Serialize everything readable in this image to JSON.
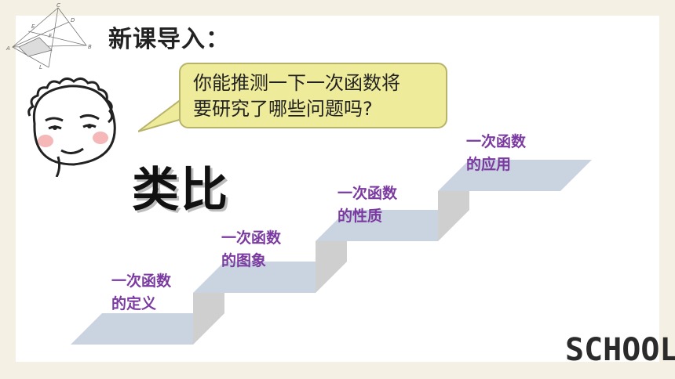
{
  "title": "新课导入：",
  "bubble": {
    "line1": "你能推测一下一次函数将",
    "line2": "要研究了哪些问题吗?"
  },
  "analogy_label": "类比",
  "steps": [
    {
      "line1": "一次函数",
      "line2": "的定义"
    },
    {
      "line1": "一次函数",
      "line2": "的图象"
    },
    {
      "line1": "一次函数",
      "line2": "的性质"
    },
    {
      "line1": "一次函数",
      "line2": "的应用"
    }
  ],
  "geometry_labels": [
    "C",
    "D",
    "E",
    "F",
    "A",
    "B",
    "L"
  ],
  "watermark": "SCHOOL",
  "colors": {
    "background": "#f4f1e4",
    "bubble_fill": "#eeeb9a",
    "step_top": "#c9d4e0",
    "step_riser": "#d0d0d0",
    "label": "#7a3aa0"
  }
}
